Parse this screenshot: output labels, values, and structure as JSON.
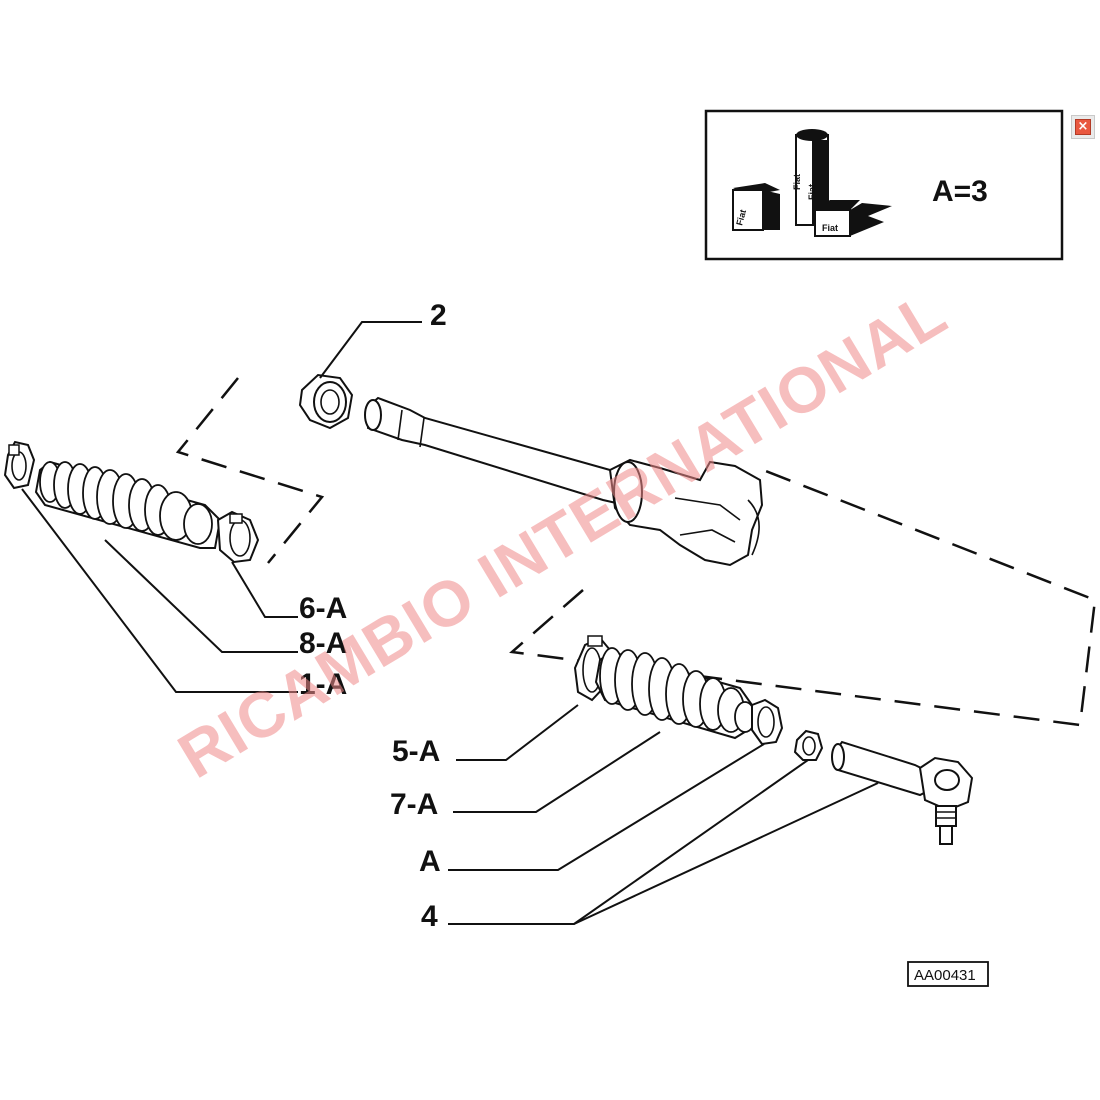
{
  "watermark": "RICAMBIO INTERNATIONAL",
  "legend": {
    "fiat_marks": [
      "Fiat",
      "Fiat",
      "Fiat",
      "Fiat"
    ],
    "quantity": "A=3"
  },
  "callouts": {
    "c2": "2",
    "c6a": "6-A",
    "c8a": "8-A",
    "c1a": "1-A",
    "c5a": "5-A",
    "c7a": "7-A",
    "ca": "A",
    "c4": "4"
  },
  "drawing_code": "AA00431",
  "close_icon": "close-icon",
  "colors": {
    "watermark": "#f08a8a",
    "close": "#e9573f"
  }
}
